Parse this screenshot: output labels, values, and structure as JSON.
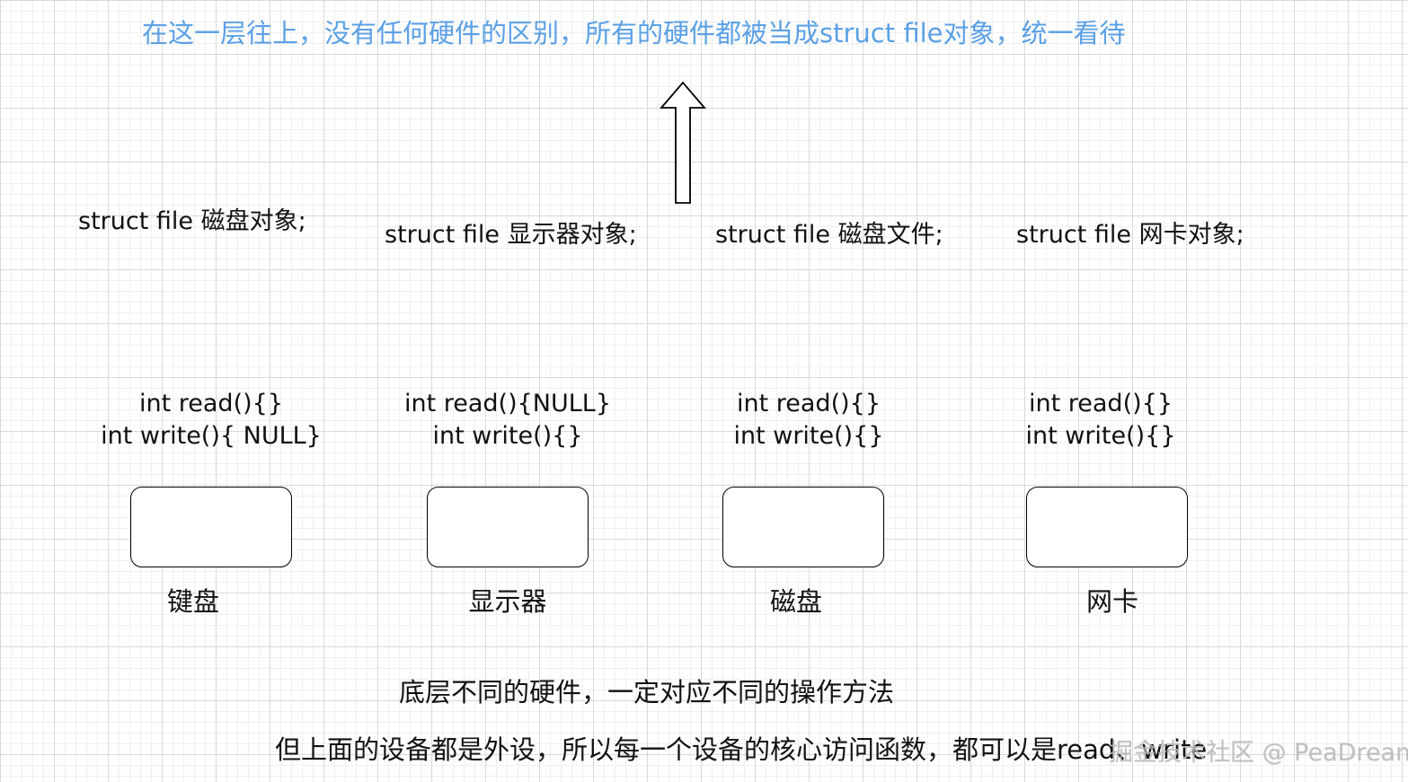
{
  "header_text": "在这一层往上，没有任何硬件的区别，所有的硬件都被当成struct file对象，统一看待",
  "struct_labels": [
    "struct file 磁盘对象;",
    "struct file 显示器对象;",
    "struct file 磁盘文件;",
    "struct file 网卡对象;"
  ],
  "devices": [
    {
      "read": "int read(){}",
      "write": "int write(){ NULL}",
      "name": "键盘"
    },
    {
      "read": "int read(){NULL}",
      "write": "int write(){}",
      "name": "显示器"
    },
    {
      "read": "int read(){}",
      "write": "int write(){}",
      "name": "磁盘"
    },
    {
      "read": "int read(){}",
      "write": "int write(){}",
      "name": "网卡"
    }
  ],
  "notes": [
    "底层不同的硬件，一定对应不同的操作方法",
    "但上面的设备都是外设，所以每一个设备的核心访问函数，都可以是read、write"
  ],
  "watermark": "掘金技术社区 @ PeaDream",
  "colors": {
    "header": "#5aa0e6",
    "grid": "#d9d9d9"
  }
}
